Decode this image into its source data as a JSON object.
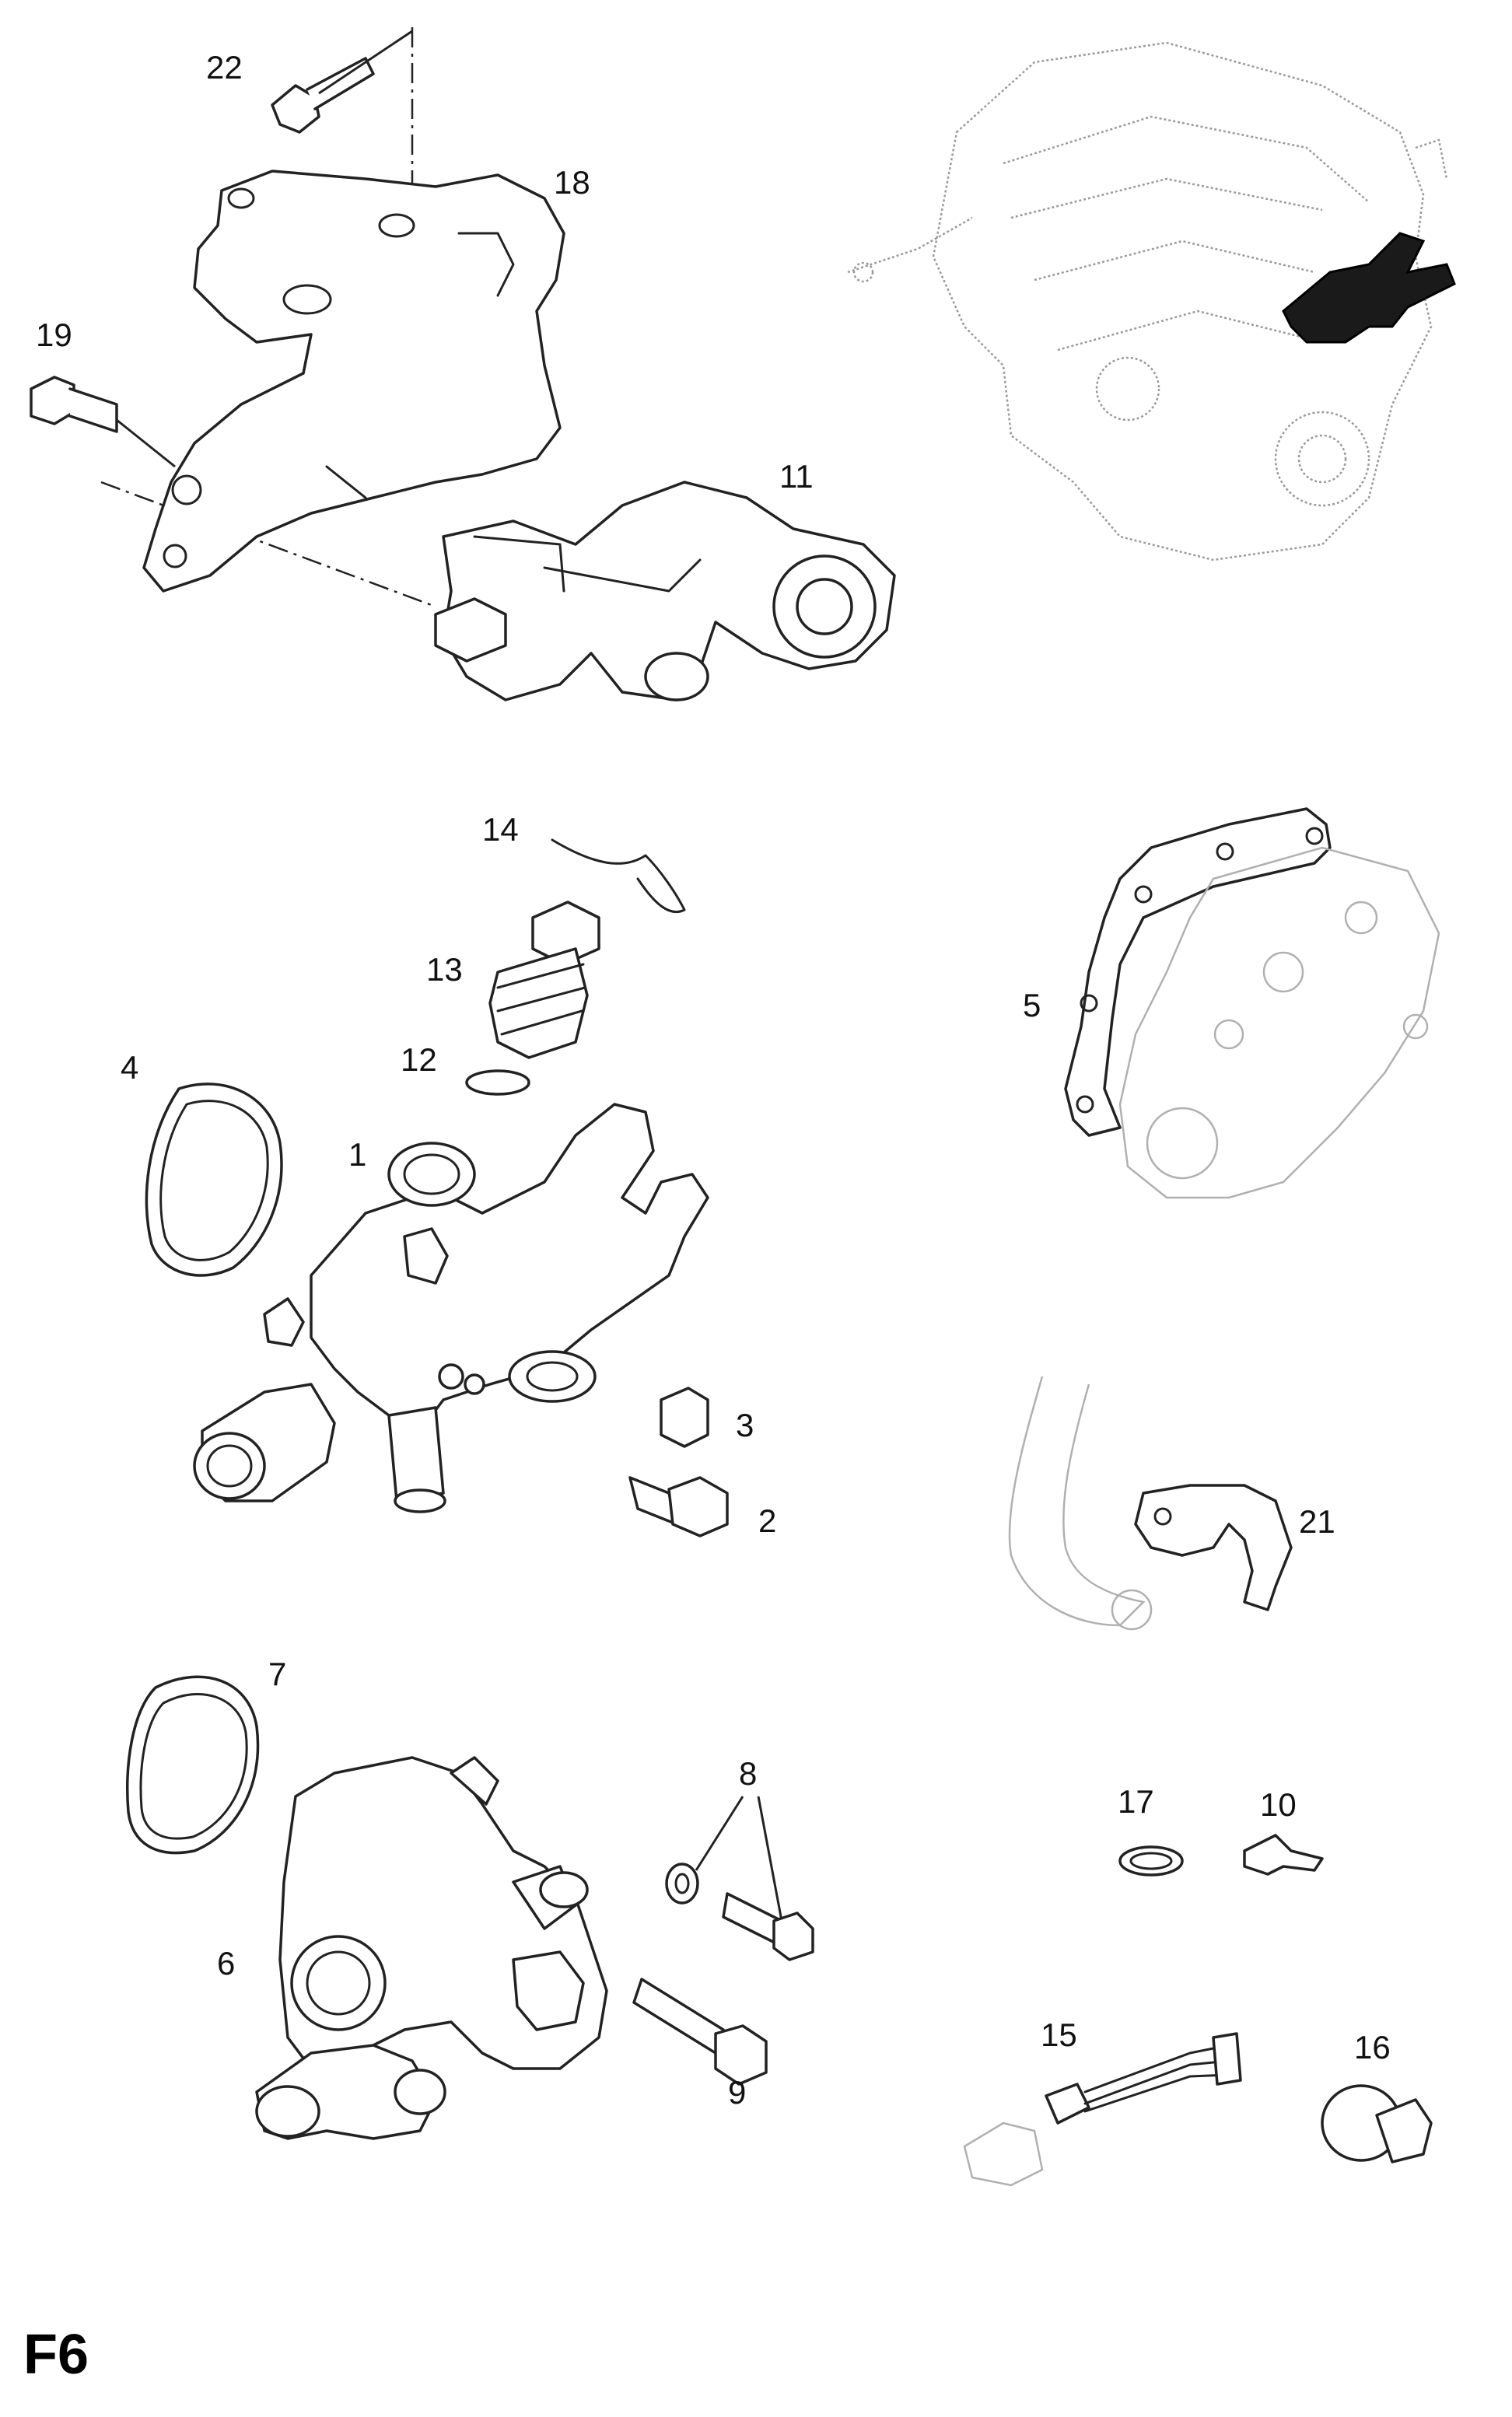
{
  "sheet": {
    "code": "F6"
  },
  "callouts": [
    {
      "id": "22",
      "text": "22"
    },
    {
      "id": "18",
      "text": "18"
    },
    {
      "id": "19",
      "text": "19"
    },
    {
      "id": "11",
      "text": "11"
    },
    {
      "id": "14",
      "text": "14"
    },
    {
      "id": "13",
      "text": "13"
    },
    {
      "id": "12",
      "text": "12"
    },
    {
      "id": "4",
      "text": "4"
    },
    {
      "id": "1",
      "text": "1"
    },
    {
      "id": "5",
      "text": "5"
    },
    {
      "id": "3",
      "text": "3"
    },
    {
      "id": "2",
      "text": "2"
    },
    {
      "id": "21",
      "text": "21"
    },
    {
      "id": "7",
      "text": "7"
    },
    {
      "id": "8",
      "text": "8"
    },
    {
      "id": "6",
      "text": "6"
    },
    {
      "id": "9",
      "text": "9"
    },
    {
      "id": "17",
      "text": "17"
    },
    {
      "id": "10",
      "text": "10"
    },
    {
      "id": "15",
      "text": "15"
    },
    {
      "id": "16",
      "text": "16"
    }
  ]
}
